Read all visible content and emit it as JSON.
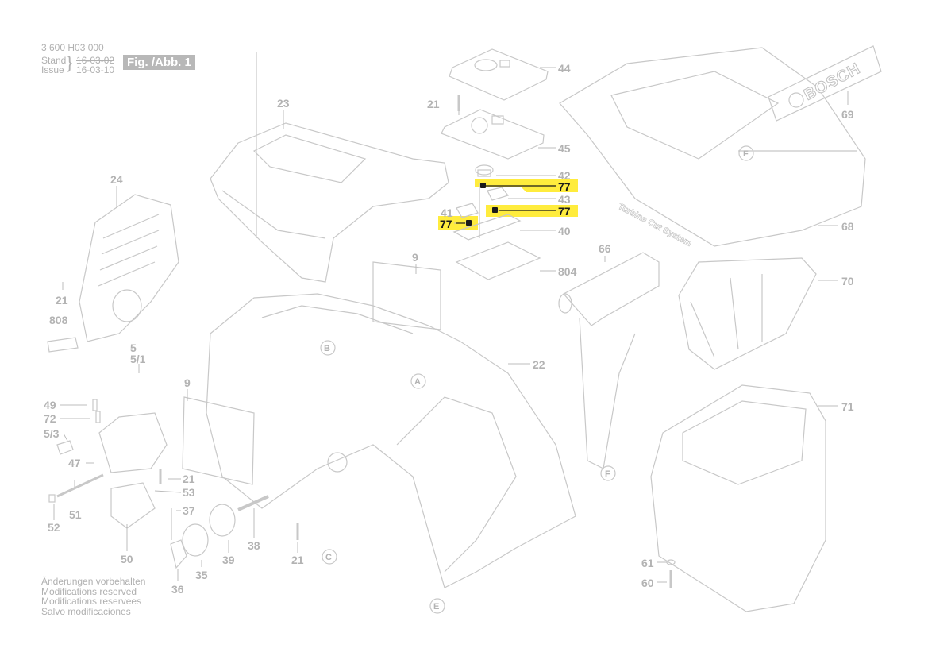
{
  "header": {
    "doc_number": "3 600 H03 000",
    "stand_label": "Stand",
    "issue_label": "Issue",
    "stand_date": "16-03-02",
    "issue_date": "16-03-10",
    "figure_label": "Fig. /Abb. 1"
  },
  "notes": [
    "Änderungen vorbehalten",
    "Modifications reserved",
    "Modifications reservees",
    "Salvo modificaciones"
  ],
  "branding": {
    "logo_text": "BOSCH",
    "system_text": "Turbine Cut System",
    "highlight_color": "#ffec3d"
  },
  "callouts": {
    "c44": "44",
    "c21a": "21",
    "c45": "45",
    "c42": "42",
    "c77a": "77",
    "c43": "43",
    "c77b": "77",
    "c41": "41",
    "c77c": "77",
    "c40": "40",
    "c804": "804",
    "c23": "23",
    "c24": "24",
    "c21b": "21",
    "c808": "808",
    "c9a": "9",
    "c5": "5",
    "c51x": "5/1",
    "c9b": "9",
    "c49": "49",
    "c72": "72",
    "c53x": "5/3",
    "c47": "47",
    "c21c": "21",
    "c53": "53",
    "c51": "51",
    "c52": "52",
    "c37": "37",
    "c38": "38",
    "c50": "50",
    "c35": "35",
    "c39": "39",
    "c36": "36",
    "c21d": "21",
    "c22": "22",
    "c66": "66",
    "c69": "69",
    "c68": "68",
    "c70": "70",
    "c71": "71",
    "c61": "61",
    "c60": "60"
  },
  "reference_marks": [
    "A",
    "B",
    "C",
    "E",
    "F",
    "F"
  ]
}
